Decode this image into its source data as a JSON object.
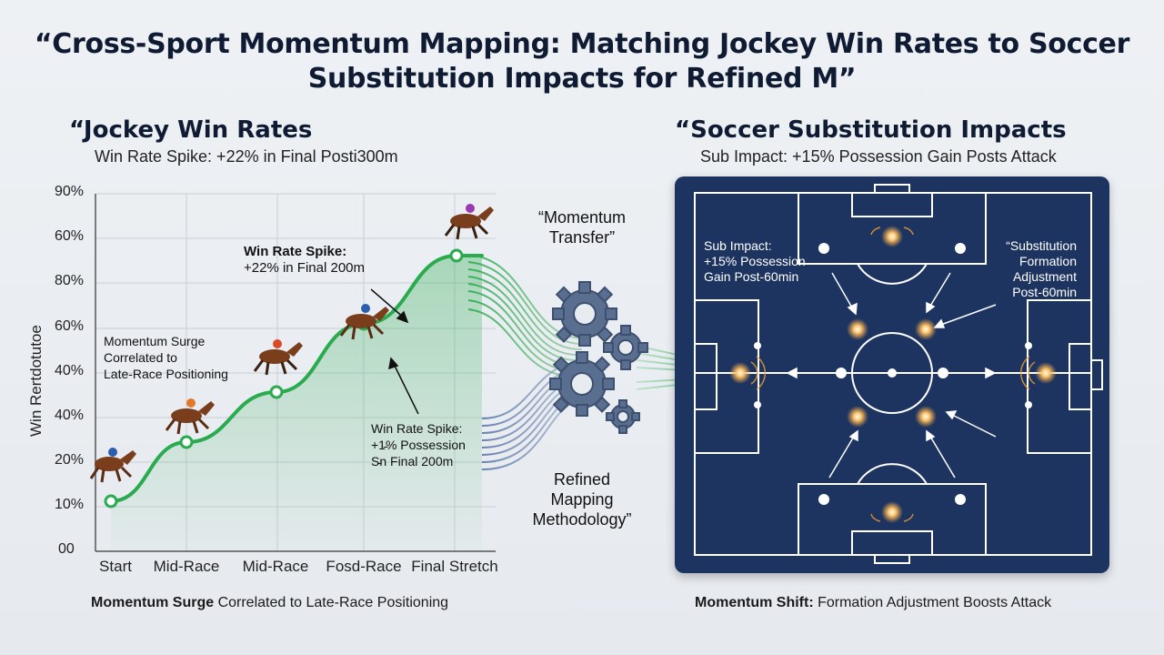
{
  "title": "“Cross-Sport Momentum Mapping: Matching Jockey Win Rates to Soccer Substitution Impacts for Refined M”",
  "left": {
    "heading": "“Jockey Win Rates",
    "subheading": "Win Rate Spike: +22% in Final Posti300m",
    "y_axis_label": "Win Rertdotutoe",
    "caption_bold": "Momentum Surge",
    "caption_rest": " Correlated to Late-Race Positioning"
  },
  "chart_data": {
    "type": "line",
    "x": [
      "Start",
      "Mid-Race",
      "Mid-Race",
      "Fosd-Race",
      "Final Stretch"
    ],
    "y_tick_labels": [
      "90%",
      "60%",
      "80%",
      "60%",
      "40%",
      "40%",
      "20%",
      "10%",
      "00"
    ],
    "series": [
      {
        "values": [
          11,
          24,
          35,
          50,
          65
        ]
      }
    ],
    "grid": true,
    "annotations": [
      {
        "text": [
          "Win Rate Spike:",
          "+22% in Final 200m"
        ]
      },
      {
        "text": [
          "Momentum Surge",
          "Correlated to",
          "Late-Race Positioning"
        ]
      },
      {
        "text": [
          "Win Rate Spike:",
          "+1̵% Possession",
          "S̵n Final 200m"
        ]
      }
    ]
  },
  "center": {
    "top_label": [
      "“Momentum",
      "Transfer”"
    ],
    "bottom_label": [
      "Refined",
      "Mapping",
      "Methodology”"
    ]
  },
  "right": {
    "heading": "“Soccer Substitution Impacts",
    "subheading": "Sub Impact: +15% Possession Gain Posts Attack",
    "label_left": [
      "Sub Impact:",
      "+15% Possession",
      "Gain Post-60min"
    ],
    "label_right": [
      "“Substitution",
      "Formation",
      "Adjustment",
      "Post-60min"
    ],
    "caption_bold": "Momentum Shift:",
    "caption_rest": " Formation Adjustment Boosts Attack"
  },
  "colors": {
    "line": "#2bab4f",
    "pitch": "#1d3461",
    "glow": "#f5a030",
    "gear": "#5a6f8f"
  }
}
